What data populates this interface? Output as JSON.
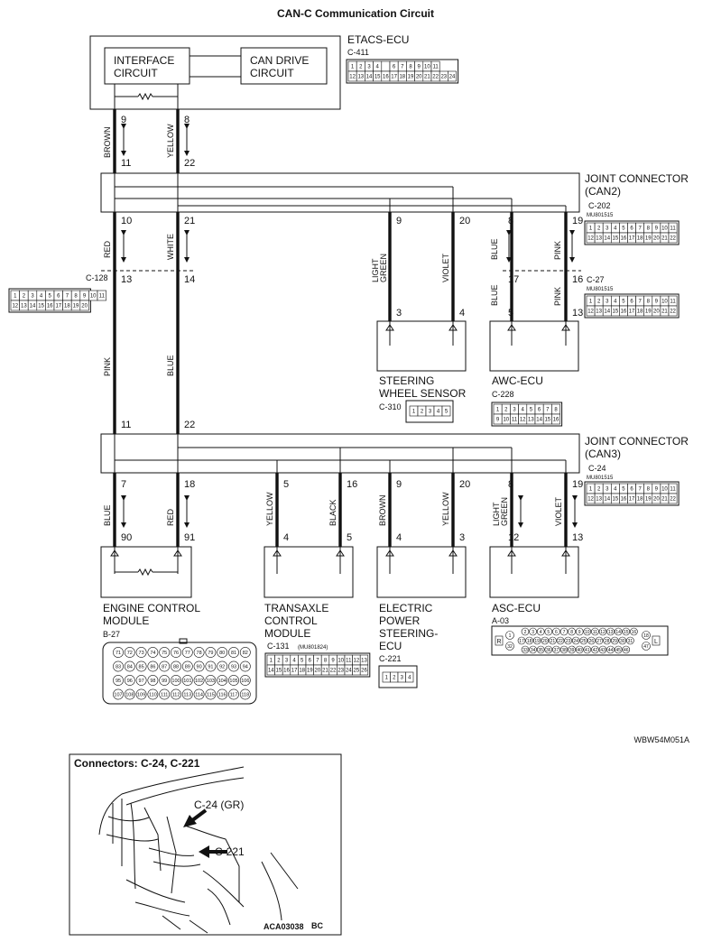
{
  "title": "CAN-C Communication Circuit",
  "etacs": {
    "name": "ETACS-ECU",
    "connector": "C-411",
    "interface": [
      "INTERFACE",
      "CIRCUIT"
    ],
    "can_drive": [
      "CAN DRIVE",
      "CIRCUIT"
    ],
    "pins_top": [
      "1",
      "2",
      "3",
      "4",
      "",
      "6",
      "7",
      "8",
      "9",
      "10",
      "11"
    ],
    "pins_bottom": [
      "12",
      "13",
      "14",
      "15",
      "16",
      "17",
      "18",
      "19",
      "20",
      "21",
      "22",
      "23",
      "24"
    ]
  },
  "can2": {
    "name": "JOINT CONNECTOR",
    "sub": "(CAN2)",
    "connector": "C-202",
    "part": "MU801515",
    "pins_top": [
      "1",
      "2",
      "3",
      "4",
      "5",
      "6",
      "7",
      "8",
      "9",
      "10",
      "11"
    ],
    "pins_bottom": [
      "12",
      "13",
      "14",
      "15",
      "16",
      "17",
      "18",
      "19",
      "20",
      "21",
      "22"
    ]
  },
  "can3": {
    "name": "JOINT CONNECTOR",
    "sub": "(CAN3)",
    "connector": "C-24",
    "part": "MU801515",
    "pins_top": [
      "1",
      "2",
      "3",
      "4",
      "5",
      "6",
      "7",
      "8",
      "9",
      "10",
      "11"
    ],
    "pins_bottom": [
      "12",
      "13",
      "14",
      "15",
      "16",
      "17",
      "18",
      "19",
      "20",
      "21",
      "22"
    ]
  },
  "c128": {
    "connector": "C-128",
    "pins_top": [
      "1",
      "2",
      "3",
      "4",
      "5",
      "6",
      "7",
      "8",
      "9",
      "10",
      "11"
    ],
    "pins_bottom": [
      "12",
      "13",
      "14",
      "15",
      "16",
      "17",
      "18",
      "19",
      "20"
    ]
  },
  "c27": {
    "connector": "C-27",
    "part": "MU801515",
    "pins_top": [
      "1",
      "2",
      "3",
      "4",
      "5",
      "6",
      "7",
      "8",
      "9",
      "10",
      "11"
    ],
    "pins_bottom": [
      "12",
      "13",
      "14",
      "15",
      "16",
      "17",
      "18",
      "19",
      "20",
      "21",
      "22"
    ]
  },
  "wires_top": {
    "w1": {
      "color": "BROWN",
      "upper_pin": "9",
      "lower_pin": "11"
    },
    "w2": {
      "color": "YELLOW",
      "upper_pin": "8",
      "lower_pin": "22"
    }
  },
  "wires_can2_left": {
    "w1": {
      "color": "RED",
      "top_pin": "10",
      "c128_pin": "13",
      "lower_color": "PINK",
      "bottom_pin": "11"
    },
    "w2": {
      "color": "WHITE",
      "top_pin": "21",
      "c128_pin": "14",
      "lower_color": "BLUE",
      "bottom_pin": "22"
    }
  },
  "steering_wheel_sensor": {
    "name": [
      "STEERING",
      "WHEEL SENSOR"
    ],
    "connector": "C-310",
    "pins": [
      "1",
      "2",
      "3",
      "4",
      "5"
    ],
    "w1": {
      "color": [
        "LIGHT",
        "GREEN"
      ],
      "top_pin": "9",
      "bottom_pin": "3"
    },
    "w2": {
      "color": "VIOLET",
      "top_pin": "20",
      "bottom_pin": "4"
    }
  },
  "awc": {
    "name": "AWC-ECU",
    "connector": "C-228",
    "pins_top": [
      "1",
      "2",
      "3",
      "4",
      "5",
      "6",
      "7",
      "8"
    ],
    "pins_bottom": [
      "9",
      "10",
      "11",
      "12",
      "13",
      "14",
      "15",
      "16"
    ],
    "w1": {
      "color": "BLUE",
      "top_pin": "8",
      "c27_pin": "17",
      "lower_color": "BLUE",
      "bottom_pin": "5"
    },
    "w2": {
      "color": "PINK",
      "top_pin": "19",
      "c27_pin": "16",
      "lower_color": "PINK",
      "bottom_pin": "13"
    }
  },
  "bottom_modules": {
    "ecm": {
      "name": [
        "ENGINE CONTROL",
        "MODULE"
      ],
      "connector": "B-27",
      "w1": {
        "color": "BLUE",
        "top_pin": "7",
        "bottom_pin": "90"
      },
      "w2": {
        "color": "RED",
        "top_pin": "18",
        "bottom_pin": "91"
      },
      "rows": [
        [
          "71",
          "72",
          "73",
          "74",
          "75",
          "76",
          "77",
          "78",
          "79",
          "80",
          "81",
          "82"
        ],
        [
          "83",
          "84",
          "85",
          "86",
          "87",
          "88",
          "89",
          "90",
          "91",
          "92",
          "93",
          "94"
        ],
        [
          "95",
          "96",
          "97",
          "98",
          "99",
          "100",
          "101",
          "102",
          "103",
          "104",
          "105",
          "106"
        ],
        [
          "107",
          "108",
          "109",
          "110",
          "111",
          "112",
          "113",
          "114",
          "115",
          "116",
          "117",
          "118"
        ]
      ]
    },
    "tcm": {
      "name": [
        "TRANSAXLE",
        "CONTROL",
        "MODULE"
      ],
      "connector": "C-131",
      "part": "(MU801824)",
      "pins_top": [
        "1",
        "2",
        "3",
        "4",
        "5",
        "6",
        "7",
        "8",
        "9",
        "10",
        "11",
        "12",
        "13"
      ],
      "pins_bottom": [
        "14",
        "15",
        "16",
        "17",
        "18",
        "19",
        "20",
        "21",
        "22",
        "23",
        "24",
        "25",
        "26"
      ],
      "w1": {
        "color": "YELLOW",
        "top_pin": "5",
        "bottom_pin": "4"
      },
      "w2": {
        "color": "BLACK",
        "top_pin": "16",
        "bottom_pin": "5"
      }
    },
    "eps": {
      "name": [
        "ELECTRIC",
        "POWER",
        "STEERING-",
        "ECU"
      ],
      "connector": "C-221",
      "pins": [
        "1",
        "2",
        "3",
        "4"
      ],
      "w1": {
        "color": "BROWN",
        "top_pin": "9",
        "bottom_pin": "4"
      },
      "w2": {
        "color": "YELLOW",
        "top_pin": "20",
        "bottom_pin": "3"
      }
    },
    "asc": {
      "name": "ASC-ECU",
      "connector": "A-03",
      "w1": {
        "color": [
          "LIGHT",
          "GREEN"
        ],
        "top_pin": "8",
        "bottom_pin": "12"
      },
      "w2": {
        "color": "VIOLET",
        "top_pin": "19",
        "bottom_pin": "13"
      },
      "row1": [
        "2",
        "3",
        "4",
        "5",
        "6",
        "7",
        "8",
        "9",
        "10",
        "11",
        "12",
        "13",
        "14",
        "15",
        "16"
      ],
      "row2": [
        "17",
        "18",
        "19",
        "20",
        "21",
        "22",
        "23",
        "24",
        "25",
        "26",
        "27",
        "28",
        "29",
        "30",
        "31"
      ],
      "row3": [
        "33",
        "34",
        "35",
        "36",
        "37",
        "38",
        "39",
        "40",
        "41",
        "42",
        "43",
        "44",
        "45",
        "46"
      ],
      "left_pins": [
        "1",
        "32"
      ],
      "right_pins": [
        "18",
        "47"
      ],
      "left_mark": "R",
      "right_mark": "L"
    }
  },
  "figure_code": "WBW54M051A",
  "inset": {
    "title": "Connectors: C-24, C-221",
    "label1": "C-24 (GR)",
    "label2": "C-221",
    "code": "ACA03038",
    "code_suffix": "BC"
  }
}
